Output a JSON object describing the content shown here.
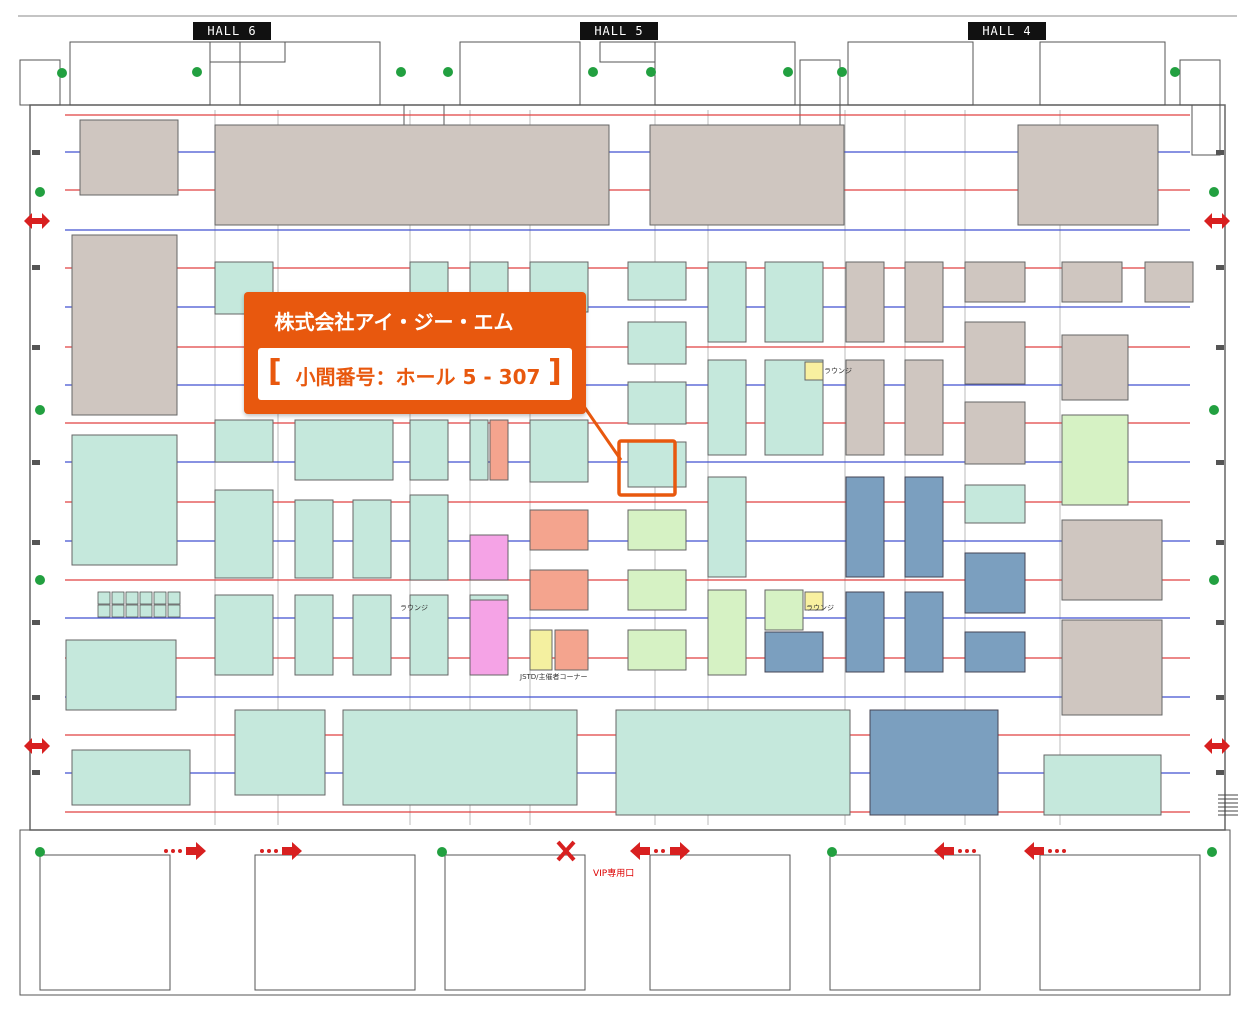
{
  "halls": [
    {
      "label": "HALL 6"
    },
    {
      "label": "HALL 5"
    },
    {
      "label": "HALL 4"
    }
  ],
  "callout": {
    "company": "株式会社アイ・ジー・エム",
    "booth_open": "[",
    "booth_text": "小間番号：ホール 5 - 307",
    "booth_close": "]"
  },
  "labels": {
    "jstd_corner": "JSTD/主催者コーナー",
    "vip_entrance": "VIP専用口",
    "lounge": "ラウンジ"
  },
  "colors": {
    "gray_booth": "#cfc6c0",
    "teal_booth": "#c5e8dc",
    "green_booth": "#d6f2c4",
    "blue_booth": "#7b9fbf",
    "salmon_booth": "#f4a48e",
    "magenta_booth": "#f5a3e6",
    "red_line": "#e04040",
    "blue_line": "#4050d0",
    "accent": "#e8580e"
  }
}
